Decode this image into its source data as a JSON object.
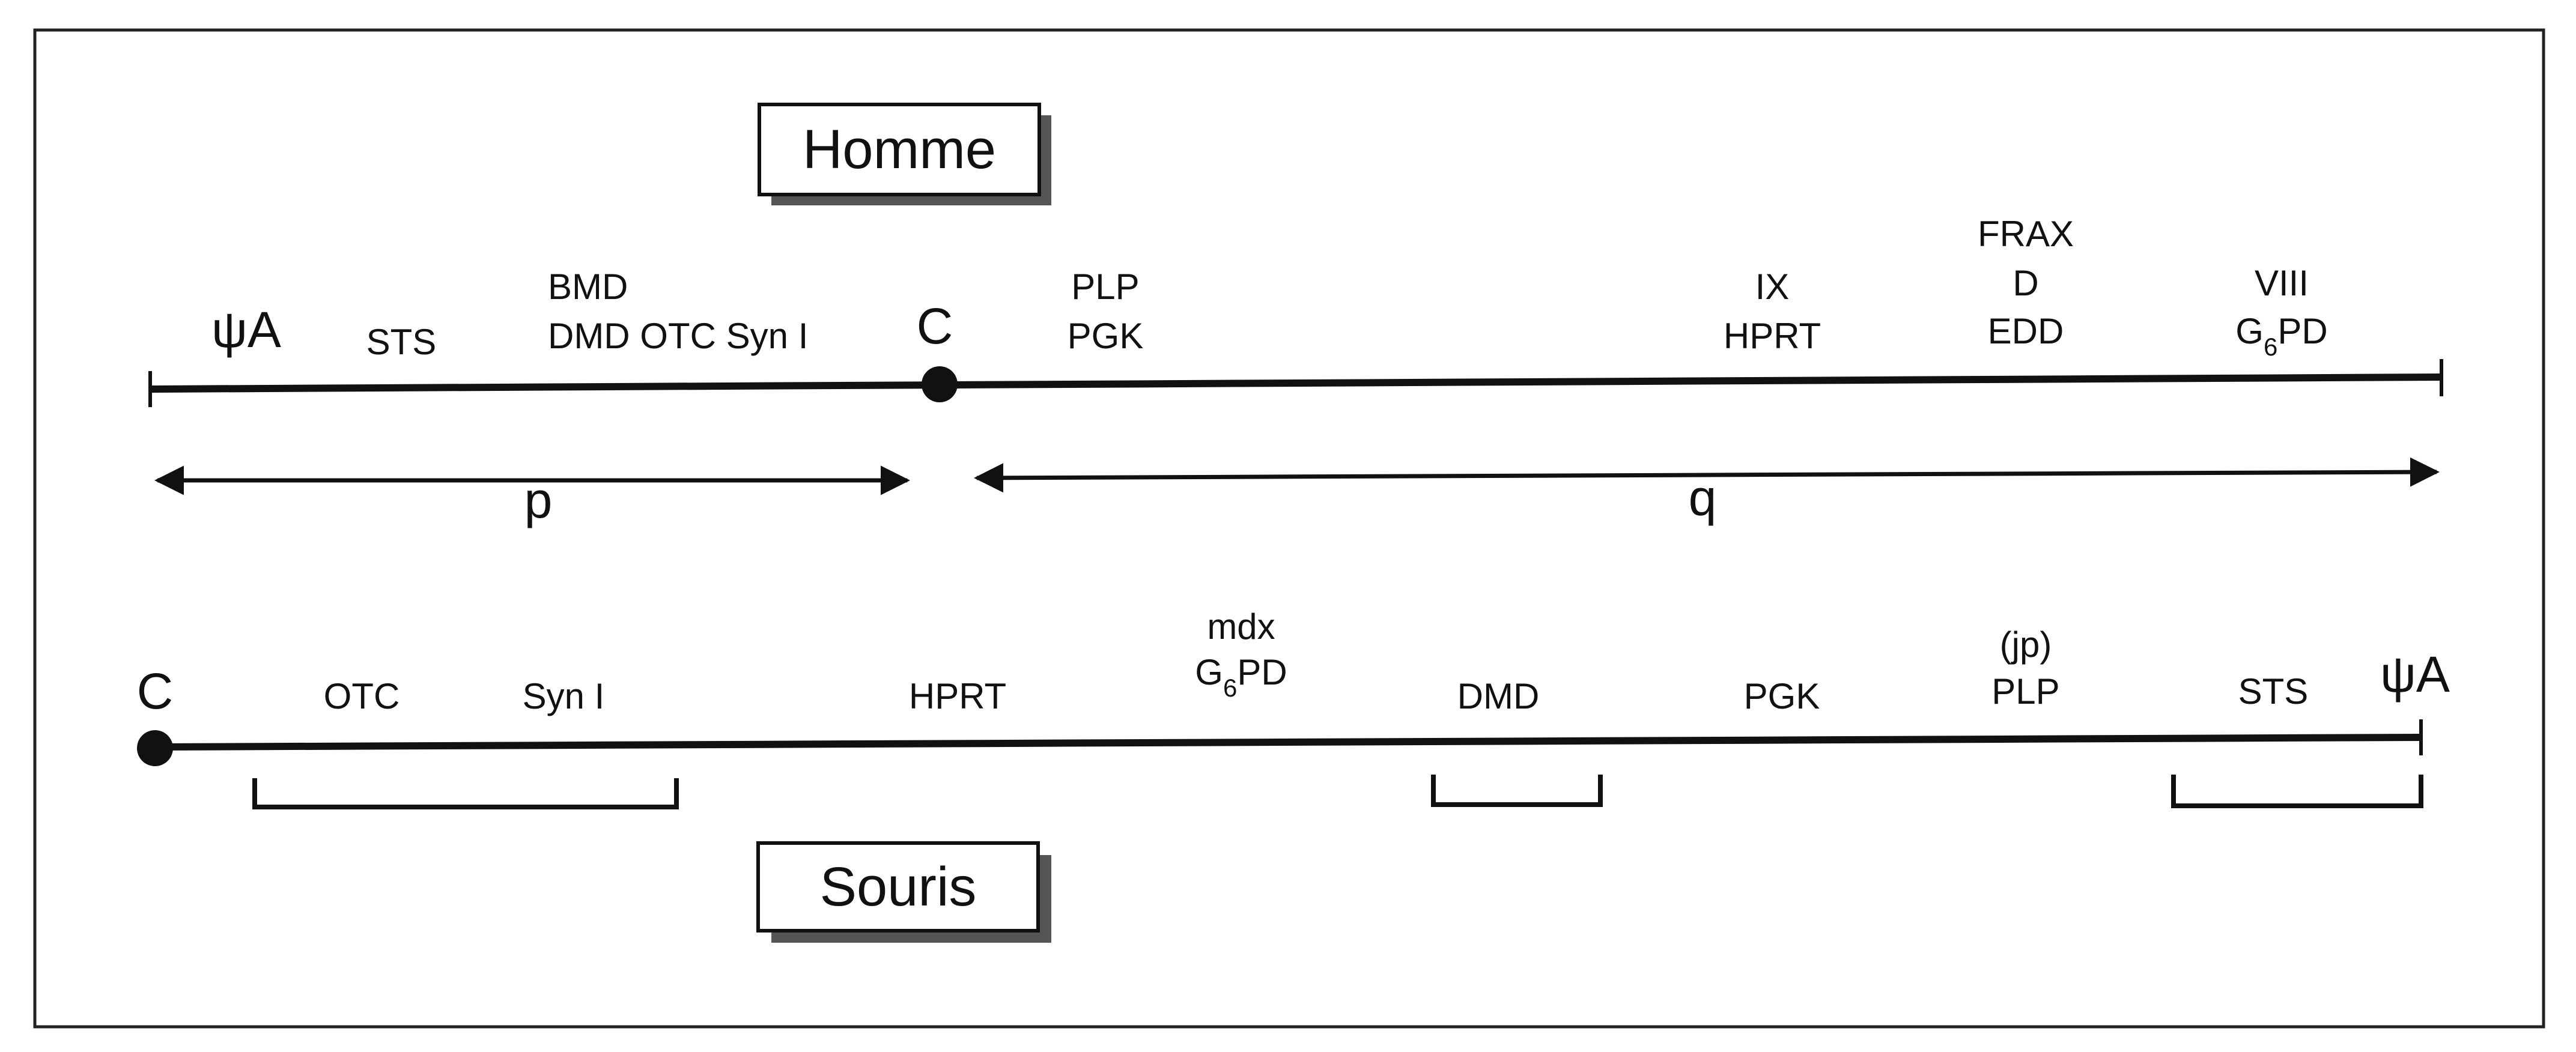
{
  "human": {
    "box_label": "Homme",
    "centromere_label": "C",
    "genes": {
      "psiA": "ψA",
      "sts": "STS",
      "bmd": "BMD",
      "dmd_otc_syn": "DMD OTC Syn I",
      "plp": "PLP",
      "pgk": "PGK",
      "ix": "IX",
      "hprt": "HPRT",
      "frax": "FRAX",
      "d": "D",
      "edd": "EDD",
      "viii": "VIII",
      "g6pd": {
        "base": "G",
        "sub": "6",
        "rest": "PD"
      }
    },
    "arm_p": "p",
    "arm_q": "q"
  },
  "mouse": {
    "box_label": "Souris",
    "centromere_label": "C",
    "genes": {
      "otc": "OTC",
      "syn": "Syn I",
      "hprt": "HPRT",
      "mdx": "mdx",
      "g6pd": {
        "base": "G",
        "sub": "6",
        "rest": "PD"
      },
      "dmd": "DMD",
      "pgk": "PGK",
      "jp": "(jp)",
      "plp": "PLP",
      "sts": "STS",
      "psiA": "ψA"
    }
  }
}
